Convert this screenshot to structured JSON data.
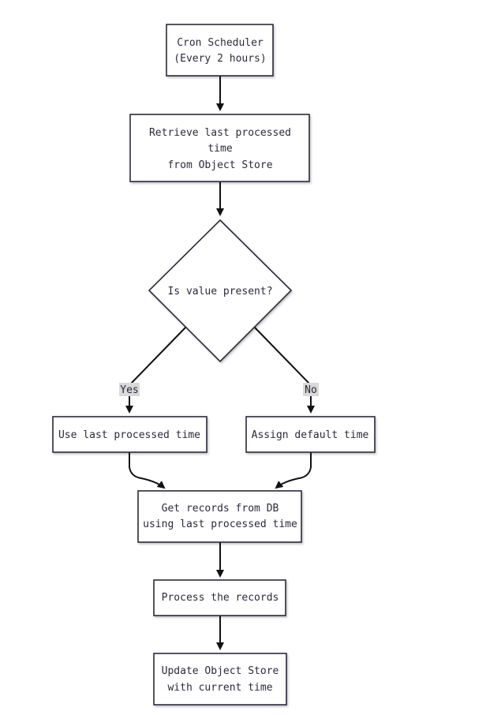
{
  "nodes": {
    "cron": {
      "lines": [
        "Cron Scheduler",
        "(Every 2 hours)"
      ]
    },
    "retrieve": {
      "lines": [
        "Retrieve last processed",
        "time",
        "from Object Store"
      ]
    },
    "decision": {
      "lines": [
        "Is value present?"
      ]
    },
    "use_last": {
      "lines": [
        "Use last processed time"
      ]
    },
    "assign_default": {
      "lines": [
        "Assign default time"
      ]
    },
    "get_records": {
      "lines": [
        "Get records from DB",
        "using last processed time"
      ]
    },
    "process": {
      "lines": [
        "Process the records"
      ]
    },
    "update": {
      "lines": [
        "Update Object Store",
        "with current time"
      ]
    }
  },
  "edges": {
    "yes_label": "Yes",
    "no_label": "No"
  },
  "colors": {
    "node_border": "#2b2b3b",
    "node_fill": "#ffffff",
    "arrow": "#111111",
    "label_bg": "#d9d9d9"
  }
}
